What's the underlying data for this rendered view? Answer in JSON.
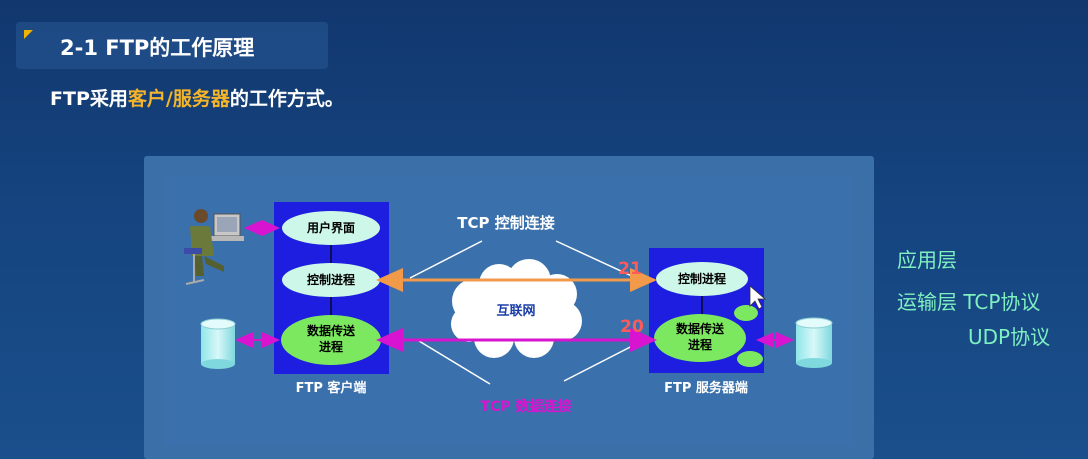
{
  "title": "2-1 FTP的工作原理",
  "subtitle": {
    "prefix": "FTP采用",
    "highlight": "客户/服务器",
    "suffix": "的工作方式。"
  },
  "diagram": {
    "client": {
      "caption": "FTP 客户端",
      "ui": "用户界面",
      "control": "控制进程",
      "data_line1": "数据传送",
      "data_line2": "进程"
    },
    "server": {
      "caption": "FTP 服务器端",
      "control": "控制进程",
      "data_line1": "数据传送",
      "data_line2": "进程"
    },
    "internet": "互联网",
    "tcp_control": "TCP 控制连接",
    "tcp_data": "TCP 数据连接",
    "port_control": "21",
    "port_data": "20",
    "colors": {
      "box": "#1d1ee0",
      "oval_light": "#cdf7e8",
      "oval_green": "#7ce85f",
      "control_arrow": "#f29a4a",
      "data_arrow": "#d814d0",
      "port": "#ff5a5a"
    }
  },
  "side": {
    "app_layer": "应用层",
    "transport_layer": "运输层 TCP协议",
    "udp": "UDP协议"
  }
}
